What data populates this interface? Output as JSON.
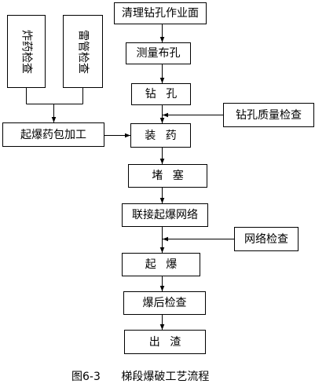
{
  "diagram": {
    "nodes": {
      "clean_face": "清理钻孔作业面",
      "survey_layout": "测量布孔",
      "drilling": "钻 孔",
      "drill_quality_check": "钻孔质量检查",
      "explosive_check": "炸药检查",
      "detonator_check": "雷管检查",
      "primer_preparation": "起爆药包加工",
      "charging": "装 药",
      "stemming": "堵 塞",
      "network_connection": "联接起爆网络",
      "network_check": "网络检查",
      "initiation": "起 爆",
      "post_blast_check": "爆后检查",
      "mucking": "出 渣"
    }
  },
  "caption": {
    "figure_number": "图6-3",
    "title": "梯段爆破工艺流程"
  },
  "colors": {
    "line": "#000000",
    "ink": "#000000",
    "background": "#ffffff"
  }
}
